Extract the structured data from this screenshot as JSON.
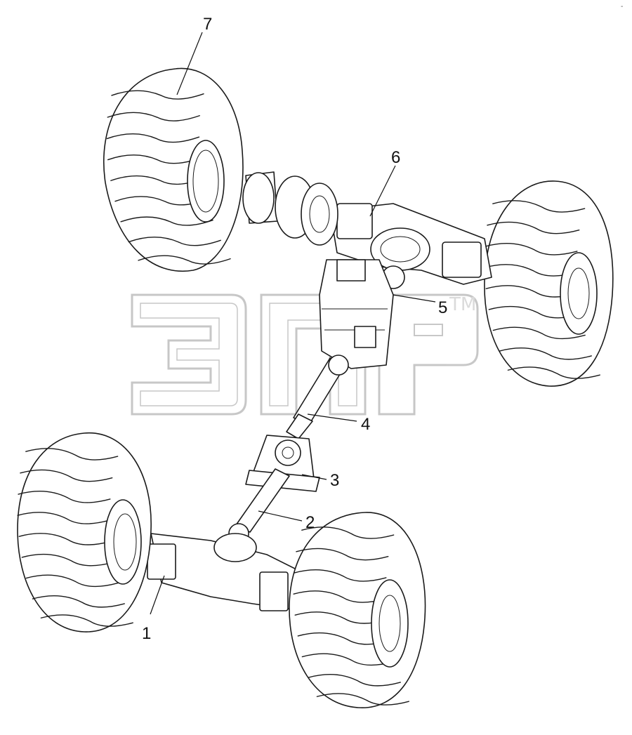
{
  "watermark": {
    "letters": "ЭПР",
    "trademark": "TM"
  },
  "callouts": [
    {
      "id": "1",
      "text": "1"
    },
    {
      "id": "2",
      "text": "2"
    },
    {
      "id": "3",
      "text": "3"
    },
    {
      "id": "4",
      "text": "4"
    },
    {
      "id": "5",
      "text": "5"
    },
    {
      "id": "6",
      "text": "6"
    },
    {
      "id": "7",
      "text": "7"
    }
  ],
  "corner_mark": "-"
}
